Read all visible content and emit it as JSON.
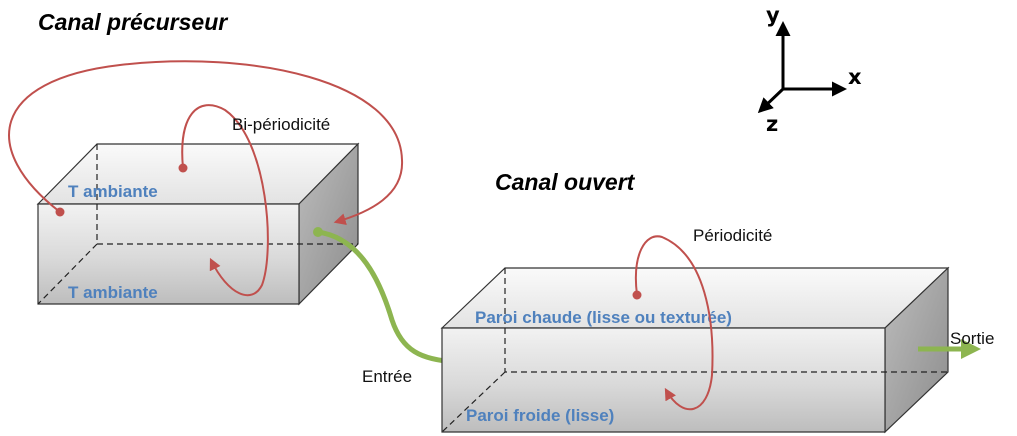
{
  "precursor": {
    "title": "Canal précurseur",
    "face_top": "T ambiante",
    "face_bottom": "T ambiante",
    "periodicity": "Bi-périodicité"
  },
  "open_channel": {
    "title": "Canal ouvert",
    "face_top": "Paroi chaude (lisse ou texturée)",
    "face_bottom": "Paroi froide (lisse)",
    "periodicity": "Périodicité"
  },
  "flow": {
    "inlet": "Entrée",
    "outlet": "Sortie"
  },
  "axes": {
    "x": "x",
    "y": "y",
    "z": "z"
  },
  "colors": {
    "loop": "#C0504D",
    "flow_arrow": "#8DB550",
    "face_text": "#4F81BD"
  }
}
